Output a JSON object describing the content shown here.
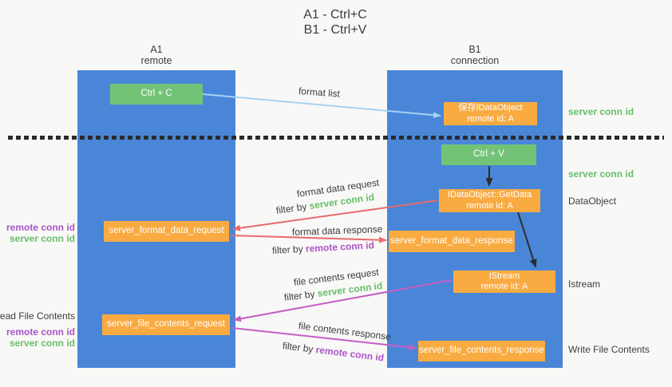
{
  "title": {
    "line1": "A1 - Ctrl+C",
    "line2": "B1 - Ctrl+V"
  },
  "lanes": {
    "a1": {
      "name": "A1",
      "role": "remote"
    },
    "b1": {
      "name": "B1",
      "role": "connection"
    }
  },
  "boxes": {
    "ctrl_c": "Ctrl + C",
    "ctrl_v": "Ctrl + V",
    "save_idataobject": {
      "title": "保存IDataObject",
      "subtitle": "remote id: A"
    },
    "getdata": {
      "title": "IDataObject::GetData",
      "subtitle": "remote id: A"
    },
    "istream": {
      "title": "IStream",
      "subtitle": "remote id: A"
    },
    "format_request": "server_format_data_request",
    "format_response": "server_format_data_response",
    "file_request": "server_file_contents_request",
    "file_response": "server_file_contents_response"
  },
  "labels": {
    "format_list": "format list",
    "format_data_request": "format data request",
    "format_data_response": "format data response",
    "file_contents_request": "file contents request",
    "file_contents_response": "file contents response",
    "filter_by": "filter by ",
    "server_conn_id": "server conn id",
    "remote_conn_id": "remote conn id",
    "dataobject": "DataObject",
    "istream": "Istream",
    "read_file_contents": "Read File Contents",
    "write_file_contents": "Write File Contents"
  },
  "colors": {
    "background": "#f8f8f6",
    "lane_blue": "#4a86d8",
    "box_orange": "#f9ab42",
    "box_green": "#72c376",
    "green_text": "#67bf6b",
    "purple_text": "#ab54c8",
    "red_arrow": "#e76a6e",
    "magenta_arrow": "#c45ec4",
    "blue_arrow": "#a5d3f0",
    "dark_text": "#3d3d3d",
    "divider_black": "#2b2b2b"
  }
}
